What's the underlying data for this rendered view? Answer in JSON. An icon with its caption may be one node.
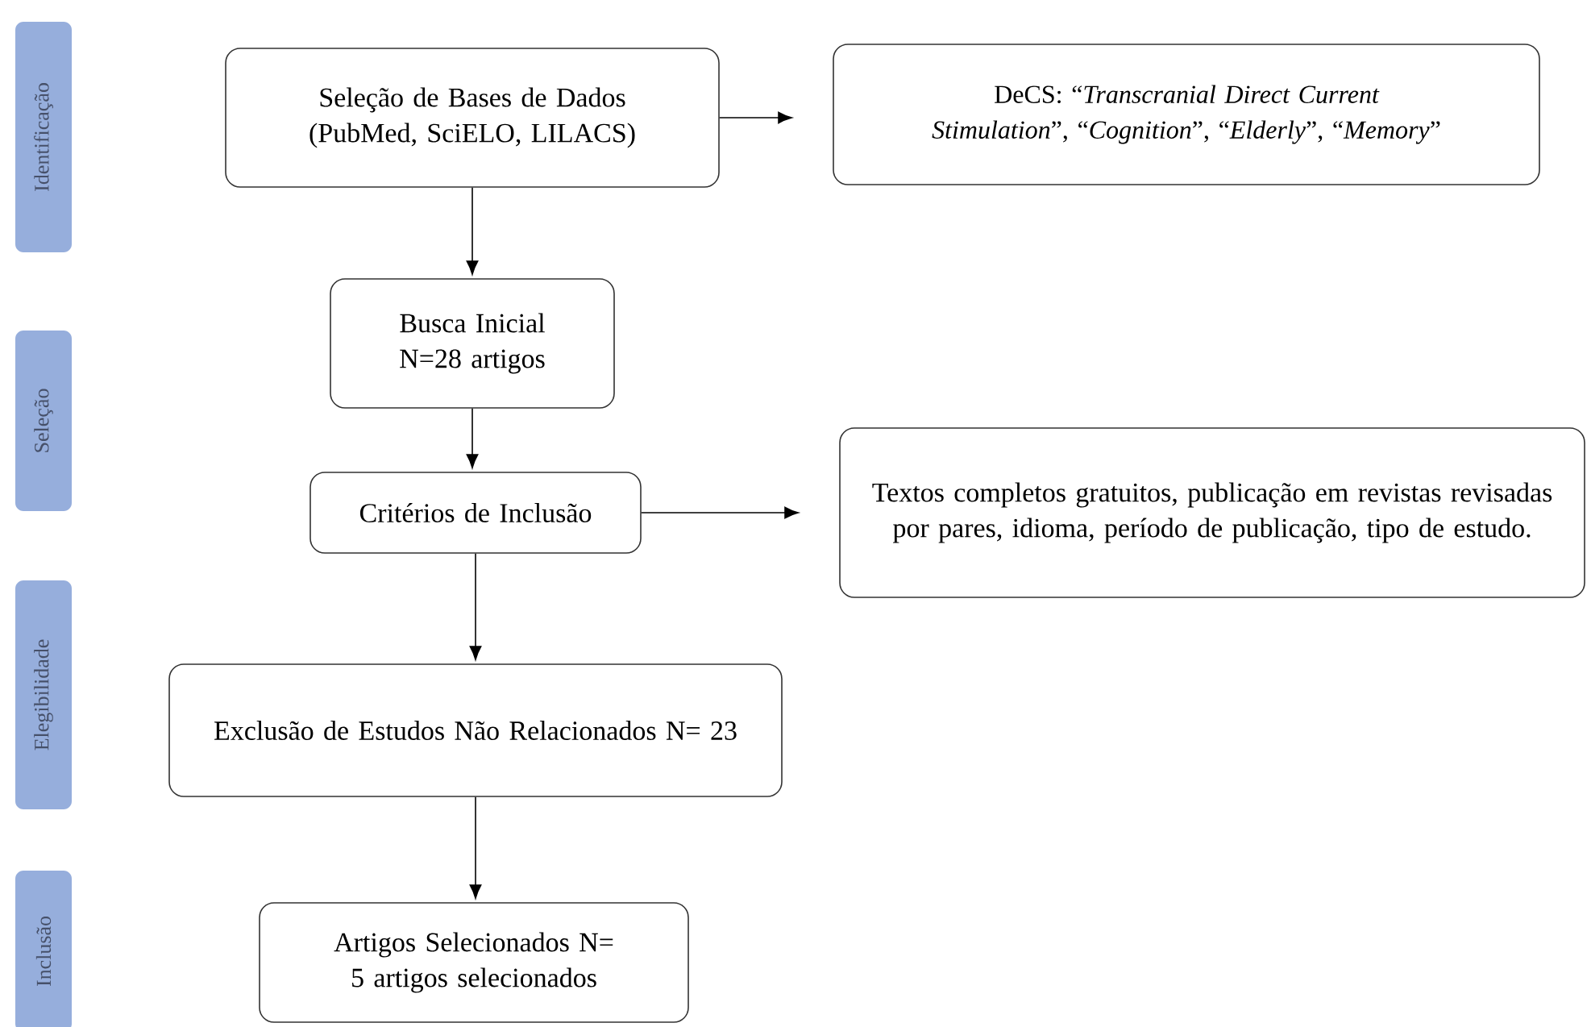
{
  "diagram": {
    "nodes": [
      {
        "text": [
          "Seleção de Bases de Dados (PubMed, SciELO, LILACS)"
        ]
      },
      {
        "text": [
          "DeCS: “*Transcranial Direct Current Stimulation*”, “*Cognition*”, “*Elderly*”, “*Memory*”"
        ]
      },
      {
        "text": [
          "Busca Inicial N=28 artigos"
        ]
      },
      {
        "text": [
          "Critérios de Inclusão"
        ]
      },
      {
        "text": [
          "Textos completos gratuitos, publicação em revistas revisadas por pares, idioma, período de publicação, tipo de estudo."
        ]
      },
      {
        "text": [
          "Exclusão de Estudos Não Relacionados N= 23"
        ]
      },
      {
        "text": [
          "Artigos Selecionados N= 5 artigos selecionados"
        ]
      },
      {
        "text": [
          "Identificação"
        ]
      },
      {
        "text": [
          "Seleção"
        ]
      },
      {
        "text": [
          "Elegibilidade"
        ]
      },
      {
        "text": [
          "Inclusão"
        ]
      }
    ],
    "edges": [
      {
        "from": 0,
        "to": 1,
        "arrow": "to"
      },
      {
        "from": 0,
        "to": 2,
        "arrow": "to"
      },
      {
        "from": 2,
        "to": 3,
        "arrow": "to"
      },
      {
        "from": 3,
        "to": 4,
        "arrow": "to"
      },
      {
        "from": 3,
        "to": 5,
        "arrow": "to"
      },
      {
        "from": 5,
        "to": 6,
        "arrow": "to"
      }
    ]
  }
}
